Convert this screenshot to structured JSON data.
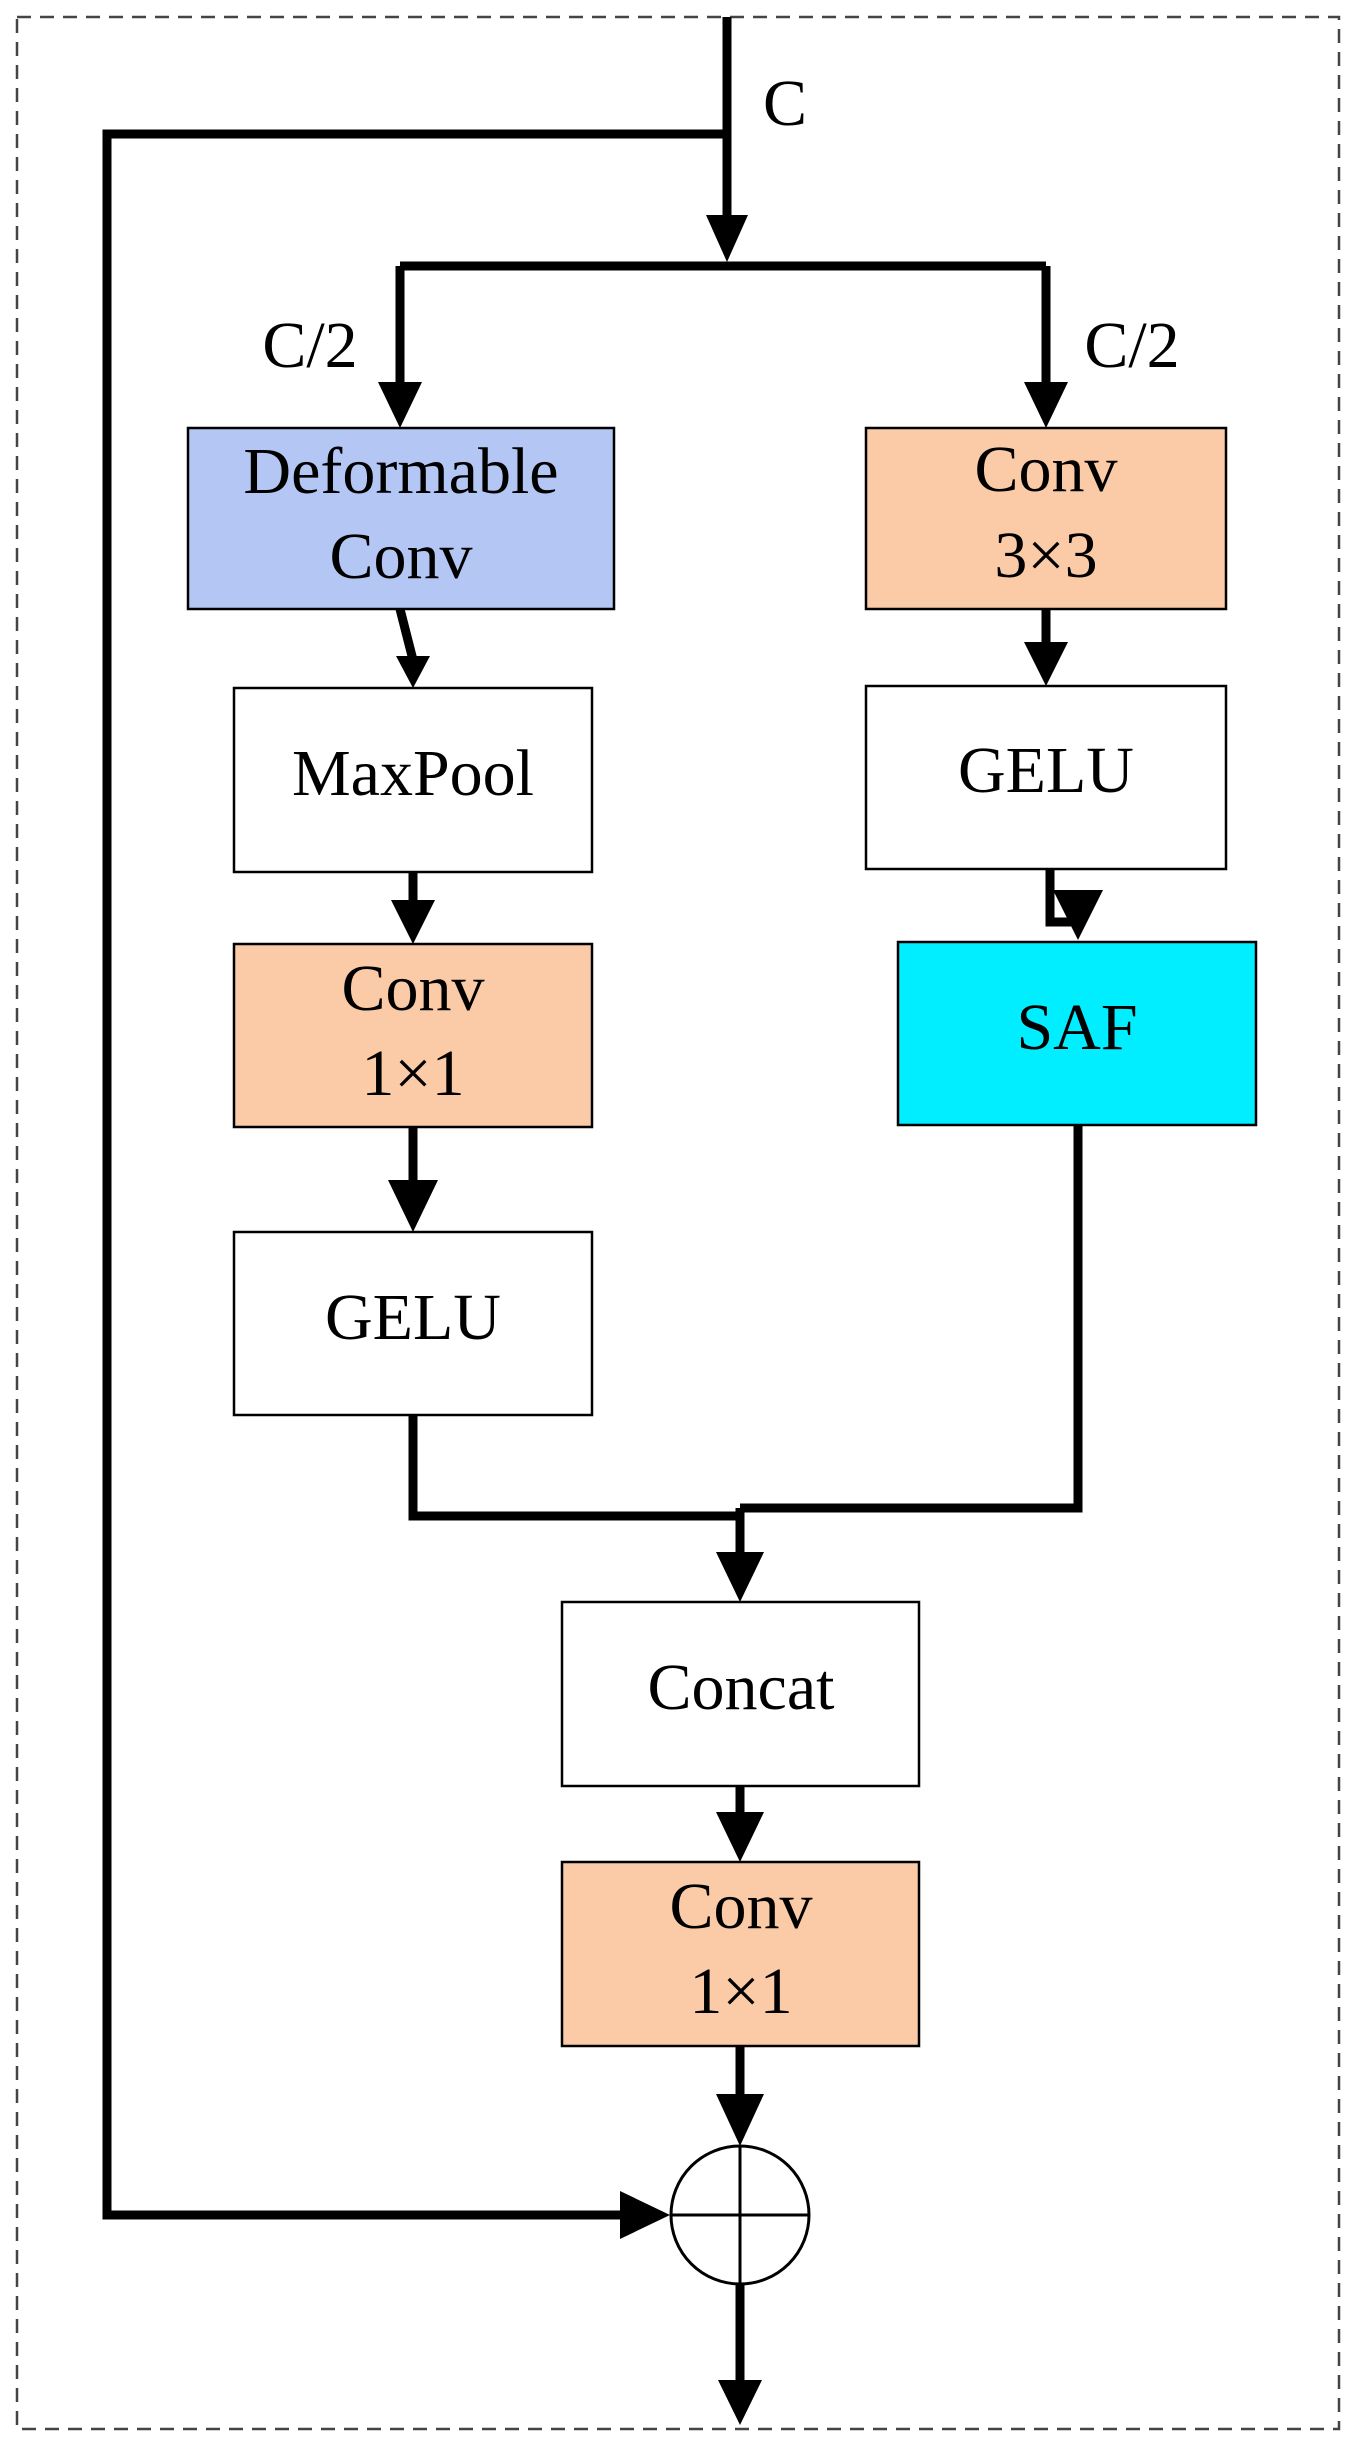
{
  "colors": {
    "deformable_fill": "#b4c6f3",
    "conv_fill": "#fbcaa6",
    "saf_fill": "#00eeff",
    "plain_fill": "#ffffff",
    "line": "#000000"
  },
  "labels": {
    "input_channels": "C",
    "left_split": "C/2",
    "right_split": "C/2"
  },
  "blocks": {
    "deformable_conv": [
      "Deformable",
      "Conv"
    ],
    "maxpool": [
      "MaxPool"
    ],
    "left_conv": [
      "Conv",
      "1×1"
    ],
    "left_gelu": [
      "GELU"
    ],
    "right_conv": [
      "Conv",
      "3×3"
    ],
    "right_gelu": [
      "GELU"
    ],
    "saf": [
      "SAF"
    ],
    "concat": [
      "Concat"
    ],
    "out_conv": [
      "Conv",
      "1×1"
    ]
  },
  "add_operator": "add-circle-icon"
}
